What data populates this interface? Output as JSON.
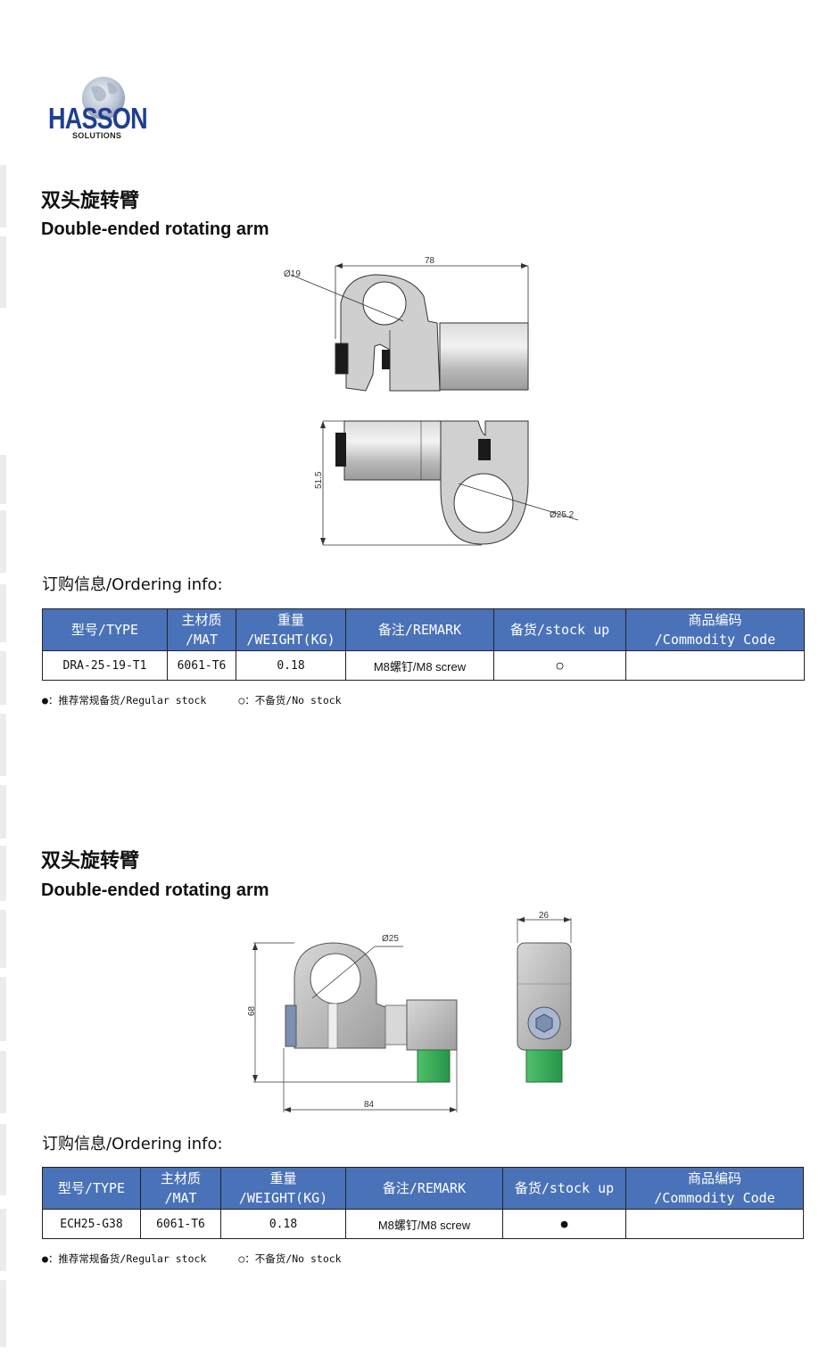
{
  "brand": {
    "name": "HASSON",
    "sub": "SOLUTIONS"
  },
  "colors": {
    "table_header": "#4a72b8",
    "brand_blue": "#1f3f8f",
    "part_grey": "#c8c8c8",
    "cap_green": "#2fae4e"
  },
  "sections": [
    {
      "title_cn": "双头旋转臂",
      "title_en": "Double-ended rotating arm",
      "drawing": {
        "dims": [
          "78",
          "Ø19",
          "51.5",
          "Ø25.2"
        ]
      },
      "ordering_title": "订购信息/Ordering info:",
      "table": {
        "headers": [
          "型号/TYPE",
          "主材质\n/MAT",
          "重量\n/WEIGHT(KG)",
          "备注/REMARK",
          "备货/stock up",
          "商品编码\n/Commodity Code"
        ],
        "row": [
          "DRA-25-19-T1",
          "6061-T6",
          "0.18",
          "M8螺钉/M8 screw",
          "○",
          ""
        ]
      },
      "legend": [
        "●：推荐常规备货/Regular stock",
        "○：不备货/No stock"
      ]
    },
    {
      "title_cn": "双头旋转臂",
      "title_en": "Double-ended rotating arm",
      "drawing": {
        "dims": [
          "Ø25",
          "68",
          "84",
          "26"
        ]
      },
      "ordering_title": "订购信息/Ordering info:",
      "table": {
        "headers": [
          "型号/TYPE",
          "主材质\n/MAT",
          "重量\n/WEIGHT(KG)",
          "备注/REMARK",
          "备货/stock up",
          "商品编码\n/Commodity Code"
        ],
        "row": [
          "ECH25-G38",
          "6061-T6",
          "0.18",
          "M8螺钉/M8 screw",
          "●",
          ""
        ]
      },
      "legend": [
        "●：推荐常规备货/Regular stock",
        "○：不备货/No stock"
      ]
    }
  ]
}
